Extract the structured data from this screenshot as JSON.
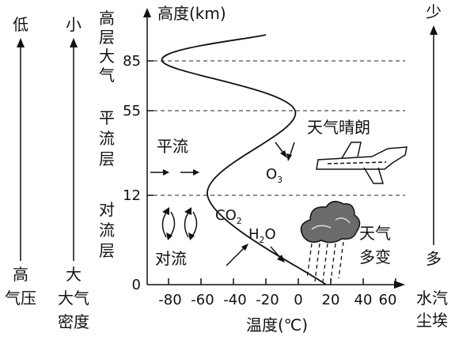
{
  "left_scales": [
    {
      "top_label": "低",
      "bottom_label_1": "高",
      "bottom_label_2": "气压"
    },
    {
      "top_label": "小",
      "bottom_label_1": "大",
      "bottom_label_2": "大气",
      "bottom_label_3": "密度"
    }
  ],
  "right_scale": {
    "top_label": "少",
    "bottom_label": "多",
    "bottom_caption_1": "水汽",
    "bottom_caption_2": "尘埃"
  },
  "y_axis": {
    "title": "高度(km)",
    "ticks": [
      "0",
      "12",
      "55",
      "85"
    ]
  },
  "x_axis": {
    "title": "温度(℃)",
    "ticks": [
      "-80",
      "-60",
      "-40",
      "-20",
      "0",
      "20",
      "40",
      "60"
    ]
  },
  "layers": [
    {
      "chars": [
        "高",
        "层",
        "大",
        "气"
      ]
    },
    {
      "chars": [
        "平",
        "流",
        "层"
      ]
    },
    {
      "chars": [
        "对",
        "流",
        "层"
      ]
    }
  ],
  "annotations": {
    "stratosphere_flow": "平流",
    "sunny": "天气晴朗",
    "ozone": "O",
    "ozone_sub": "3",
    "troposphere_flow": "对流",
    "co2": "CO",
    "co2_sub": "2",
    "h2o_h": "H",
    "h2o_sub": "2",
    "h2o_o": "O",
    "weather_1": "天气",
    "weather_2": "多变"
  },
  "temperature_profile": {
    "points": [
      {
        "temp": 17,
        "alt": 0
      },
      {
        "temp": -56,
        "alt": 12
      },
      {
        "temp": -2,
        "alt": 55
      },
      {
        "temp": -84,
        "alt": 85
      },
      {
        "temp": -20,
        "alt": 107
      }
    ]
  }
}
